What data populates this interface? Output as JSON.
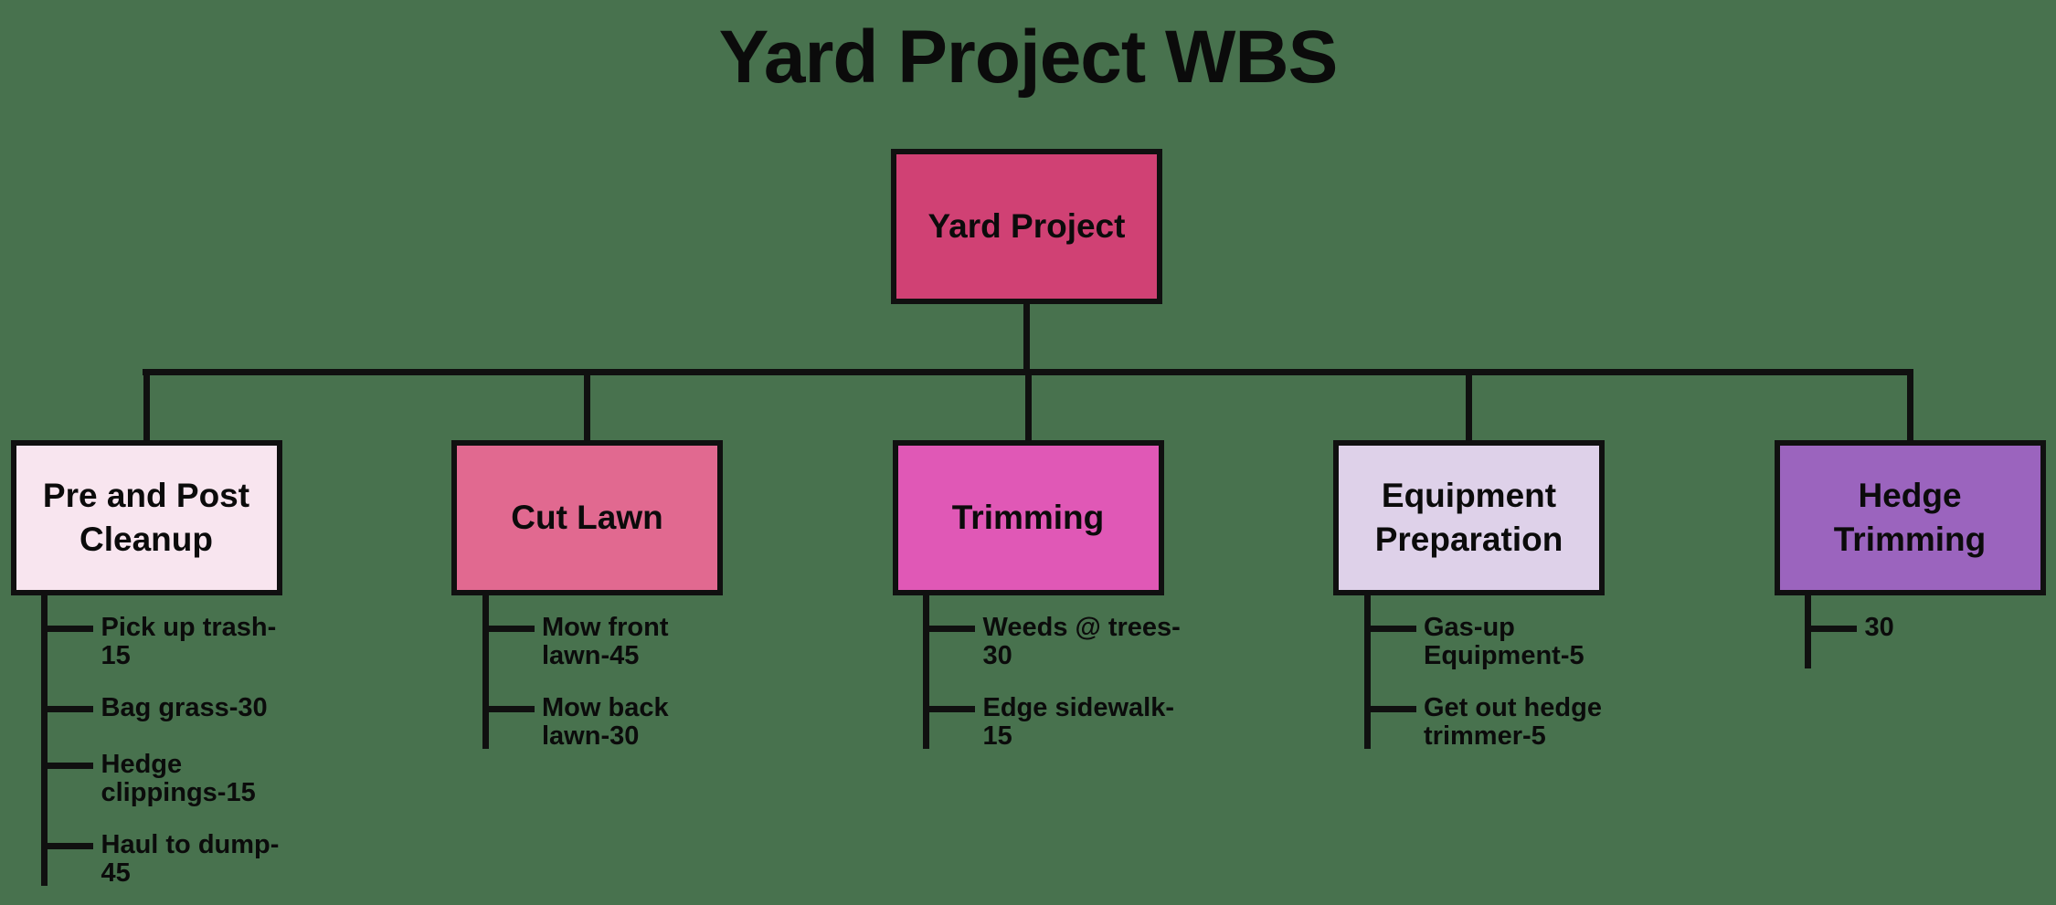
{
  "title": "Yard Project WBS",
  "colors": {
    "background": "#48724e",
    "line": "#101010",
    "text": "#0b0b0b"
  },
  "root": {
    "label": "Yard Project",
    "fill": "#d04174"
  },
  "branches": [
    {
      "label": "Pre and Post Cleanup",
      "fill": "#f8e5ef",
      "tasks": [
        "Pick up trash-15",
        "Bag grass-30",
        "Hedge clippings-15",
        "Haul to dump-45"
      ]
    },
    {
      "label": "Cut Lawn",
      "fill": "#e16990",
      "tasks": [
        "Mow front lawn-45",
        "Mow back lawn-30"
      ]
    },
    {
      "label": "Trimming",
      "fill": "#e058b6",
      "tasks": [
        "Weeds @ trees-30",
        "Edge sidewalk-15"
      ]
    },
    {
      "label": "Equipment Preparation",
      "fill": "#ded1e9",
      "tasks": [
        "Gas-up Equipment-5",
        "Get out hedge trimmer-5"
      ]
    },
    {
      "label": "Hedge Trimming",
      "fill": "#9b64be",
      "tasks": [
        "30"
      ]
    }
  ]
}
